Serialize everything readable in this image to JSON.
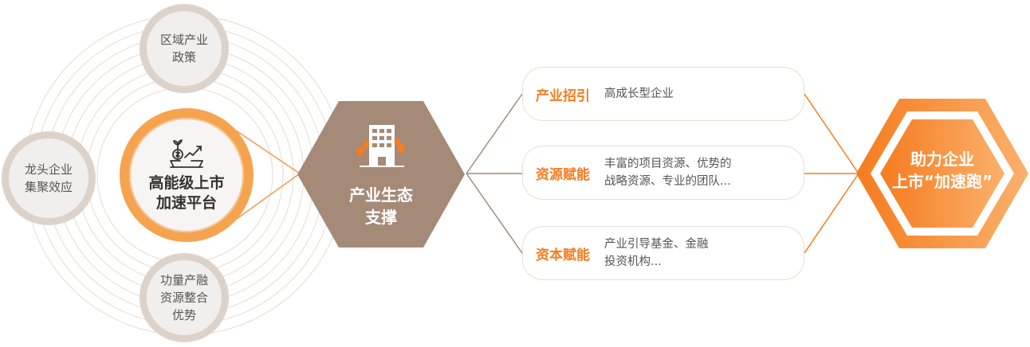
{
  "circles": {
    "policy": "区域产业\n政策",
    "leader": "龙头企业\n集聚效应",
    "capital": "功量产融\n资源整合\n优势",
    "center": "高能级上市\n加速平台"
  },
  "hub": {
    "label": "产业生态\n支撑"
  },
  "pillars": [
    {
      "label": "产业招引",
      "desc": "高成长型企业"
    },
    {
      "label": "资源赋能",
      "desc": "丰富的项目资源、优势的\n战略资源、专业的团队..."
    },
    {
      "label": "资本赋能",
      "desc": "产业引导基金、金融\n投资机构..."
    }
  ],
  "goal": {
    "label": "助力企业\n上市“加速跑”"
  },
  "icons": {
    "center": "money-growth-chart-icon",
    "hub": "office-building-icon"
  },
  "colors": {
    "orange": "#f57c1f",
    "brown": "#a58a78",
    "beige_ring": "#ddd2c9"
  }
}
